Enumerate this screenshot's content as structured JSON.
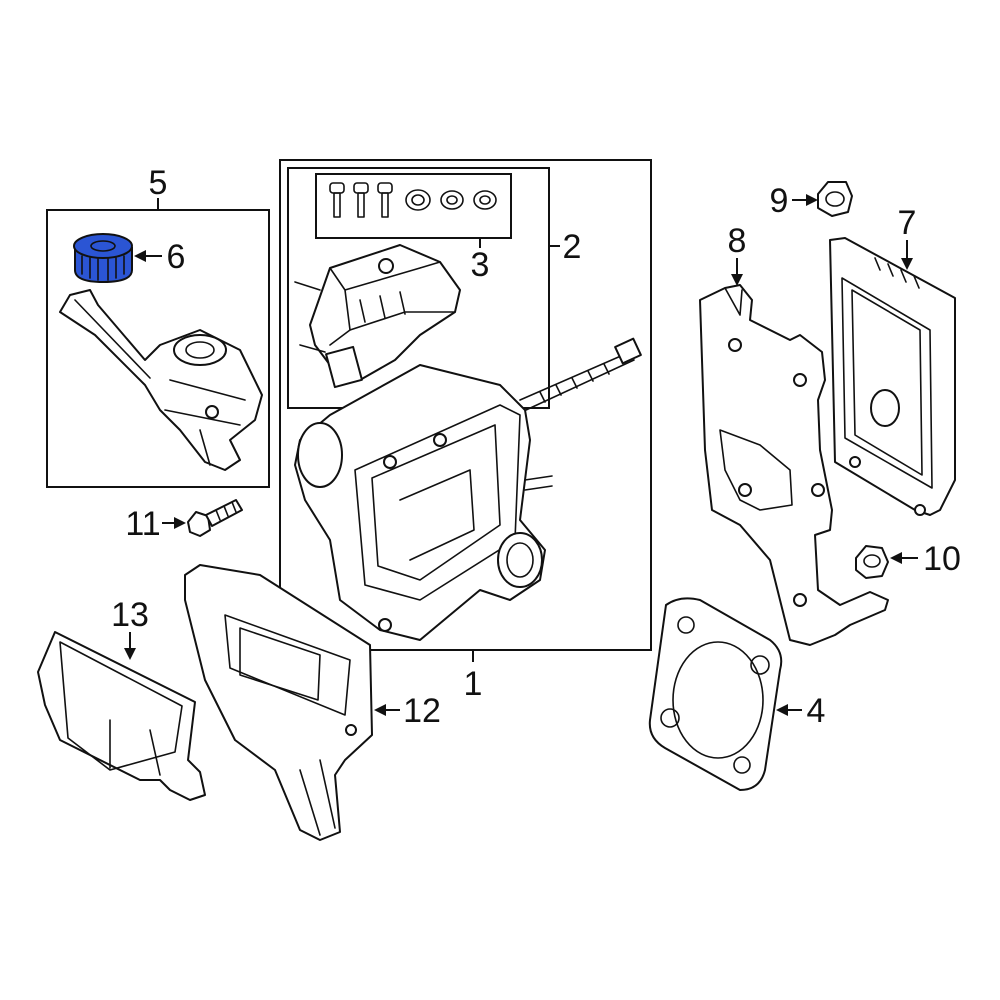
{
  "diagram": {
    "highlight_color": "#2b55d4",
    "line_color": "#111111",
    "callouts": {
      "c1": "1",
      "c2": "2",
      "c3": "3",
      "c4": "4",
      "c5": "5",
      "c6": "6",
      "c7": "7",
      "c8": "8",
      "c9": "9",
      "c10": "10",
      "c11": "11",
      "c12": "12",
      "c13": "13"
    },
    "highlighted_part": "6"
  }
}
